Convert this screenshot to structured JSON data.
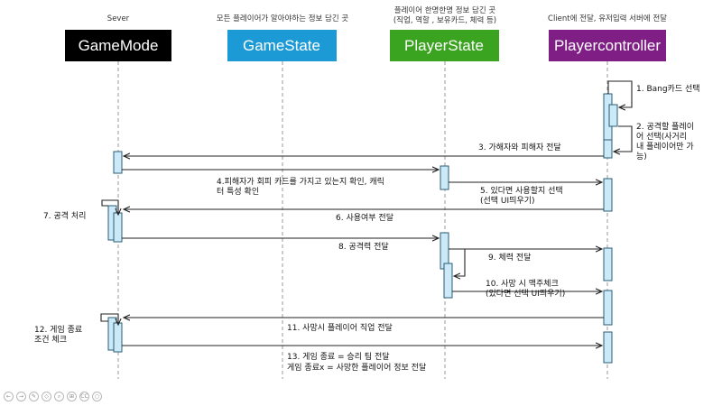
{
  "actors": [
    {
      "id": "gm",
      "name": "GameMode",
      "caption": "Sever",
      "color": "#000000"
    },
    {
      "id": "gs",
      "name": "GameState",
      "caption": "모든 플레이어가 알아야하는 정보 담긴 곳",
      "color": "#1c9ad6"
    },
    {
      "id": "ps",
      "name": "PlayerState",
      "caption": "플레이어 한명한명 정보 담긴 곳\n(직업, 역할 , 보유카드, 체력 등)",
      "color": "#3aa31f"
    },
    {
      "id": "pc",
      "name": "Playercontroller",
      "caption": "Client에 전달, 유저입력 서버에 전달",
      "color": "#7f1f86"
    }
  ],
  "messages": [
    {
      "id": "m1",
      "text": "1. Bang카드 선택"
    },
    {
      "id": "m2",
      "text": "2. 공격할 플레이\n어 선택(사거리\n내 플레이어만 가\n능)"
    },
    {
      "id": "m3",
      "text": "3. 가해자와 피해자 전달"
    },
    {
      "id": "m4",
      "text": "4.피해자가 회피 카드를 가지고 있는지 확인, 캐릭\n터 특성 확인"
    },
    {
      "id": "m5",
      "text": "5. 있다면 사용할지 선택\n(선택 UI띄우기)"
    },
    {
      "id": "m6",
      "text": "6. 사용여부 전달"
    },
    {
      "id": "m7",
      "text": "7. 공격 처리"
    },
    {
      "id": "m8",
      "text": "8. 공격력 전달"
    },
    {
      "id": "m9",
      "text": "9. 체력 전달"
    },
    {
      "id": "m10",
      "text": "10. 사망 시 맥주체크\n(있다면 선택 UI띄우기)"
    },
    {
      "id": "m11",
      "text": "11. 사망시 플레이어 직업 전달"
    },
    {
      "id": "m12",
      "text": "12. 게임 종료\n조건 체크"
    },
    {
      "id": "m13",
      "text": "13. 게임 종료 = 승리 팀 전달\n게임 종료x = 사망한 플레이어 정보 전달"
    }
  ],
  "slide_controls": [
    "←",
    "→",
    "✎",
    "◇",
    "⌕",
    "⊞",
    "CC",
    "○"
  ],
  "colors": {
    "activation": "#cbe9f7",
    "activation_border": "#2b5d78",
    "lifeline": "#9a9a9a"
  }
}
